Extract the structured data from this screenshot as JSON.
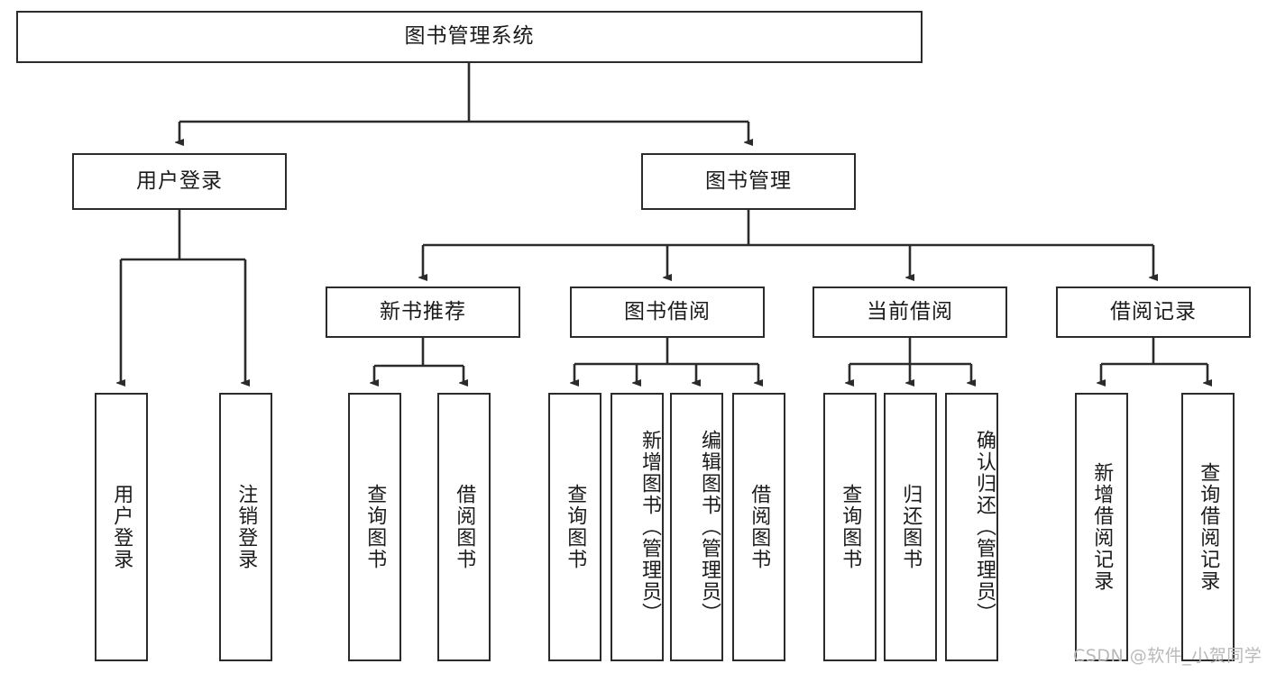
{
  "diagram": {
    "title": "图书管理系统",
    "type": "tree",
    "orientation": "top-down",
    "colors": {
      "stroke": "#2b2b2b",
      "fill": "#ffffff",
      "text": "#1b1b1b",
      "watermark": "#b9b9b9"
    },
    "root": {
      "id": "root",
      "label": "图书管理系统",
      "orientation": "horizontal"
    },
    "level2": [
      {
        "id": "user-login",
        "label": "用户登录",
        "orientation": "horizontal"
      },
      {
        "id": "book-manage",
        "label": "图书管理",
        "orientation": "horizontal"
      }
    ],
    "level3": [
      {
        "id": "new-book-recommend",
        "label": "新书推荐",
        "orientation": "horizontal",
        "parent": "book-manage"
      },
      {
        "id": "book-borrow",
        "label": "图书借阅",
        "orientation": "horizontal",
        "parent": "book-manage"
      },
      {
        "id": "current-borrow",
        "label": "当前借阅",
        "orientation": "horizontal",
        "parent": "book-manage"
      },
      {
        "id": "borrow-record",
        "label": "借阅记录",
        "orientation": "horizontal",
        "parent": "book-manage"
      }
    ],
    "leaves": [
      {
        "id": "leaf-user-login",
        "label": "用户登录",
        "parent": "user-login",
        "orientation": "vertical"
      },
      {
        "id": "leaf-user-logout",
        "label": "注销登录",
        "parent": "user-login",
        "orientation": "vertical"
      },
      {
        "id": "leaf-query-books-1",
        "label": "查询图书",
        "parent": "new-book-recommend",
        "orientation": "vertical"
      },
      {
        "id": "leaf-borrow-books-1",
        "label": "借阅图书",
        "parent": "new-book-recommend",
        "orientation": "vertical"
      },
      {
        "id": "leaf-query-books-2",
        "label": "查询图书",
        "parent": "book-borrow",
        "orientation": "vertical"
      },
      {
        "id": "leaf-add-book-admin",
        "label": "新增图书（管理员）",
        "parent": "book-borrow",
        "orientation": "vertical"
      },
      {
        "id": "leaf-edit-book-admin",
        "label": "编辑图书（管理员）",
        "parent": "book-borrow",
        "orientation": "vertical"
      },
      {
        "id": "leaf-borrow-books-2",
        "label": "借阅图书",
        "parent": "book-borrow",
        "orientation": "vertical"
      },
      {
        "id": "leaf-query-books-3",
        "label": "查询图书",
        "parent": "current-borrow",
        "orientation": "vertical"
      },
      {
        "id": "leaf-return-books",
        "label": "归还图书",
        "parent": "current-borrow",
        "orientation": "vertical"
      },
      {
        "id": "leaf-confirm-return-admin",
        "label": "确认归还（管理员）",
        "parent": "current-borrow",
        "orientation": "vertical"
      },
      {
        "id": "leaf-add-borrow-record",
        "label": "新增借阅记录",
        "parent": "borrow-record",
        "orientation": "vertical"
      },
      {
        "id": "leaf-query-borrow-record",
        "label": "查询借阅记录",
        "parent": "borrow-record",
        "orientation": "vertical"
      }
    ]
  },
  "watermark": {
    "text": "CSDN @软件_小贺同学"
  }
}
